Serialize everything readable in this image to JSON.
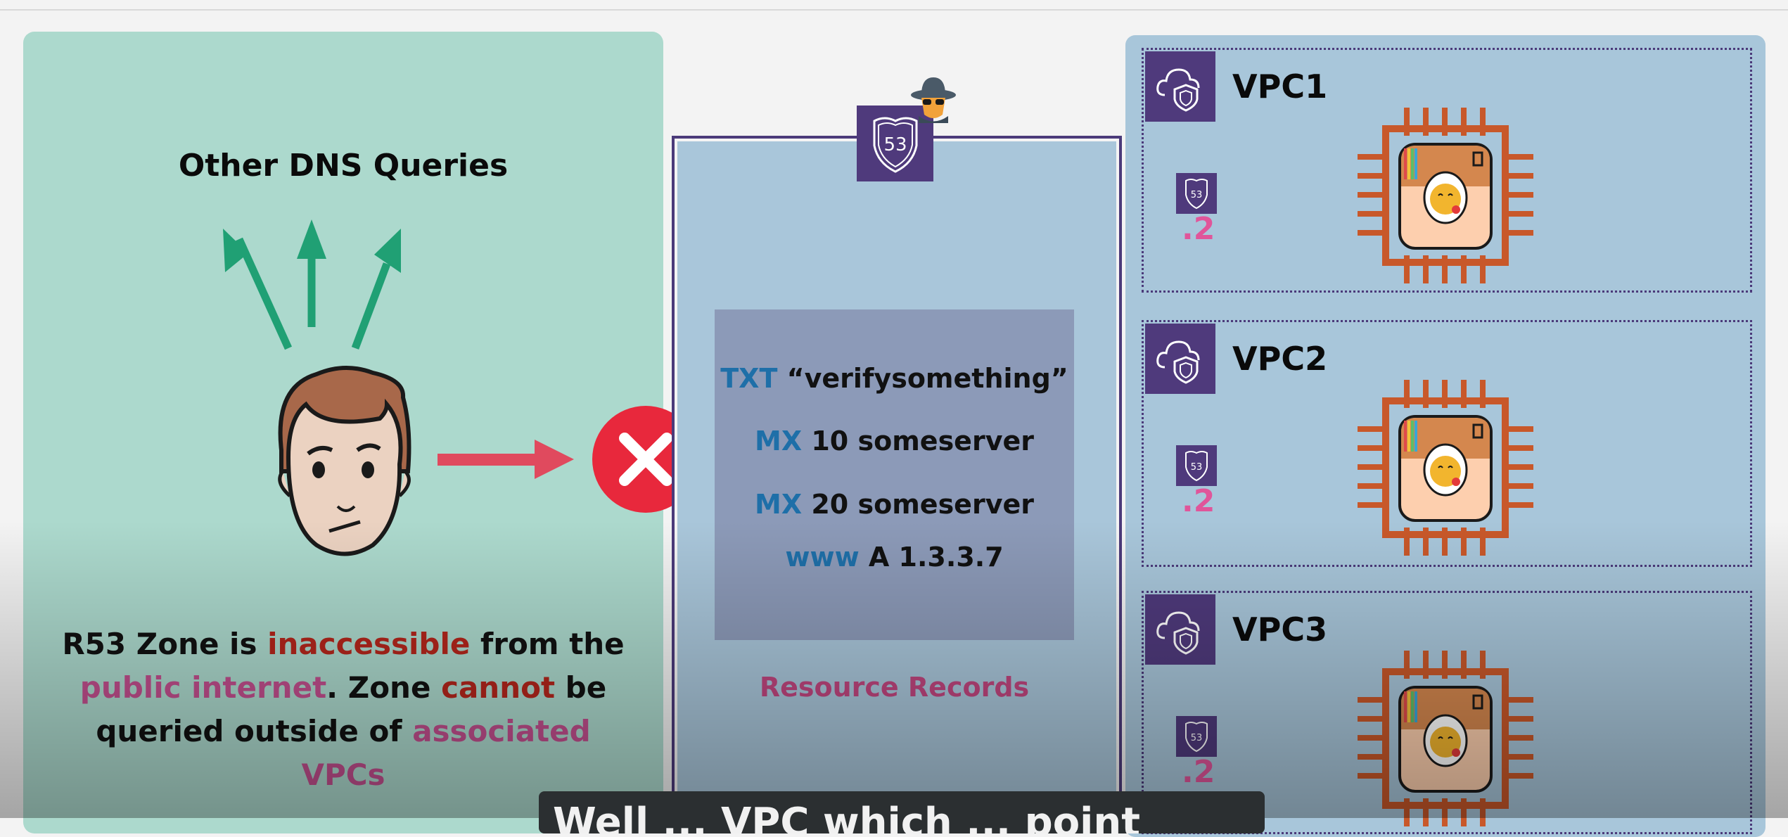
{
  "left_panel": {
    "title": "Other DNS Queries",
    "description": {
      "line1_a": "R53 Zone is ",
      "line1_b": "inaccessible",
      "line1_c": " from the",
      "line2_a": "public internet",
      "line2_b": ". Zone ",
      "line2_c": "cannot",
      "line2_d": " be",
      "line3_a": "queried outside of ",
      "line3_b": "associated VPCs"
    },
    "icons": [
      "user-face-icon",
      "arrow-up-icon",
      "arrow-right-icon",
      "blocked-x-icon"
    ]
  },
  "zone": {
    "badge_text": "53",
    "records": [
      {
        "type": "TXT",
        "value": "“verifysomething”"
      },
      {
        "type": "MX",
        "value": "10 someserver"
      },
      {
        "type": "MX",
        "value": "20 someserver"
      },
      {
        "type": "www",
        "value": "A 1.3.3.7"
      }
    ],
    "records_label": "Resource Records"
  },
  "vpcs": [
    {
      "name": "VPC1",
      "resolver_badge": "53",
      "resolver_ip": ".2"
    },
    {
      "name": "VPC2",
      "resolver_badge": "53",
      "resolver_ip": ".2"
    },
    {
      "name": "VPC3",
      "resolver_badge": "53",
      "resolver_ip": ".2"
    }
  ],
  "caption": {
    "text": "Well ... VPC which ... point"
  },
  "colors": {
    "left_bg": "#acd9cd",
    "right_bg": "#a8c6da",
    "aws_purple": "#4f3a7c",
    "arrow_green": "#20a074",
    "arrow_red": "#e04a5e",
    "record_key_blue": "#1e6fa8",
    "highlight_red": "#b4261c",
    "highlight_pink": "#c24f8e",
    "chip_orange": "#c8582a"
  }
}
